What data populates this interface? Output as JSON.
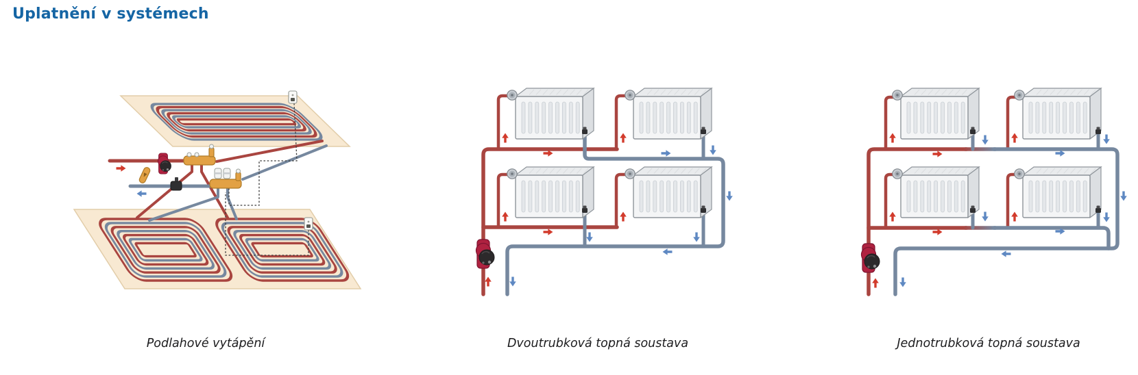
{
  "page": {
    "title": "Uplatnění v systémech"
  },
  "figures": [
    {
      "name": "floor-heating",
      "caption": "Podlahové vytápění"
    },
    {
      "name": "two-pipe-system",
      "caption": "Dvoutrubková topná soustava"
    },
    {
      "name": "one-pipe-system",
      "caption": "Jednotrubková topná soustava"
    }
  ],
  "colors": {
    "title_color": "#1565A4",
    "caption_color": "#1C1C1E",
    "supply_pipe": "#A94540",
    "return_pipe": "#76889F",
    "supply_arrow": "#D23B2C",
    "return_arrow": "#5E88C2",
    "pump_red": "#AF2240",
    "pump_dark": "#2C292B",
    "radiator_face": "#F4F5F6",
    "radiator_top": "#E9EBED",
    "radiator_side": "#DCDFE2",
    "radiator_stroke": "#8F959B",
    "rib_fill": "#E4E7EA",
    "rib_stroke": "#C9CED3",
    "floor_panel": "#F8E9D2",
    "floor_panel_edge": "#E2CDA9",
    "brass": "#E2A144",
    "brass_stroke": "#AE7A27",
    "white_part": "#F2F3F2",
    "white_part_stroke": "#9AA09B",
    "valve_dark": "#2F2F31",
    "dash_color": "#3B3B3B"
  }
}
